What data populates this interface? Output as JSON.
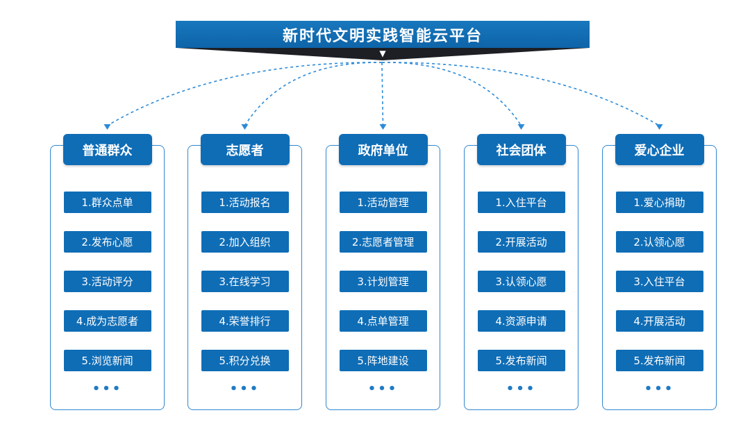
{
  "title": "新时代文明实践智能云平台",
  "banner_arrow_icon": "triangle-down-icon",
  "colors": {
    "primary": "#0f6db6",
    "border": "#2f86cf",
    "connector": "#2b8ad8",
    "wedge": "#1d1f24"
  },
  "columns": [
    {
      "header": "普通群众",
      "items": [
        "1.群众点单",
        "2.发布心愿",
        "3.活动评分",
        "4.成为志愿者",
        "5.浏览新闻"
      ],
      "more": "•••"
    },
    {
      "header": "志愿者",
      "items": [
        "1.活动报名",
        "2.加入组织",
        "3.在线学习",
        "4.荣誉排行",
        "5.积分兑换"
      ],
      "more": "•••"
    },
    {
      "header": "政府单位",
      "items": [
        "1.活动管理",
        "2.志愿者管理",
        "3.计划管理",
        "4.点单管理",
        "5.阵地建设"
      ],
      "more": "•••"
    },
    {
      "header": "社会团体",
      "items": [
        "1.入住平台",
        "2.开展活动",
        "3.认领心愿",
        "4.资源申请",
        "5.发布新闻"
      ],
      "more": "•••"
    },
    {
      "header": "爱心企业",
      "items": [
        "1.爱心捐助",
        "2.认领心愿",
        "3.入住平台",
        "4.开展活动",
        "5.发布新闻"
      ],
      "more": "•••"
    }
  ]
}
